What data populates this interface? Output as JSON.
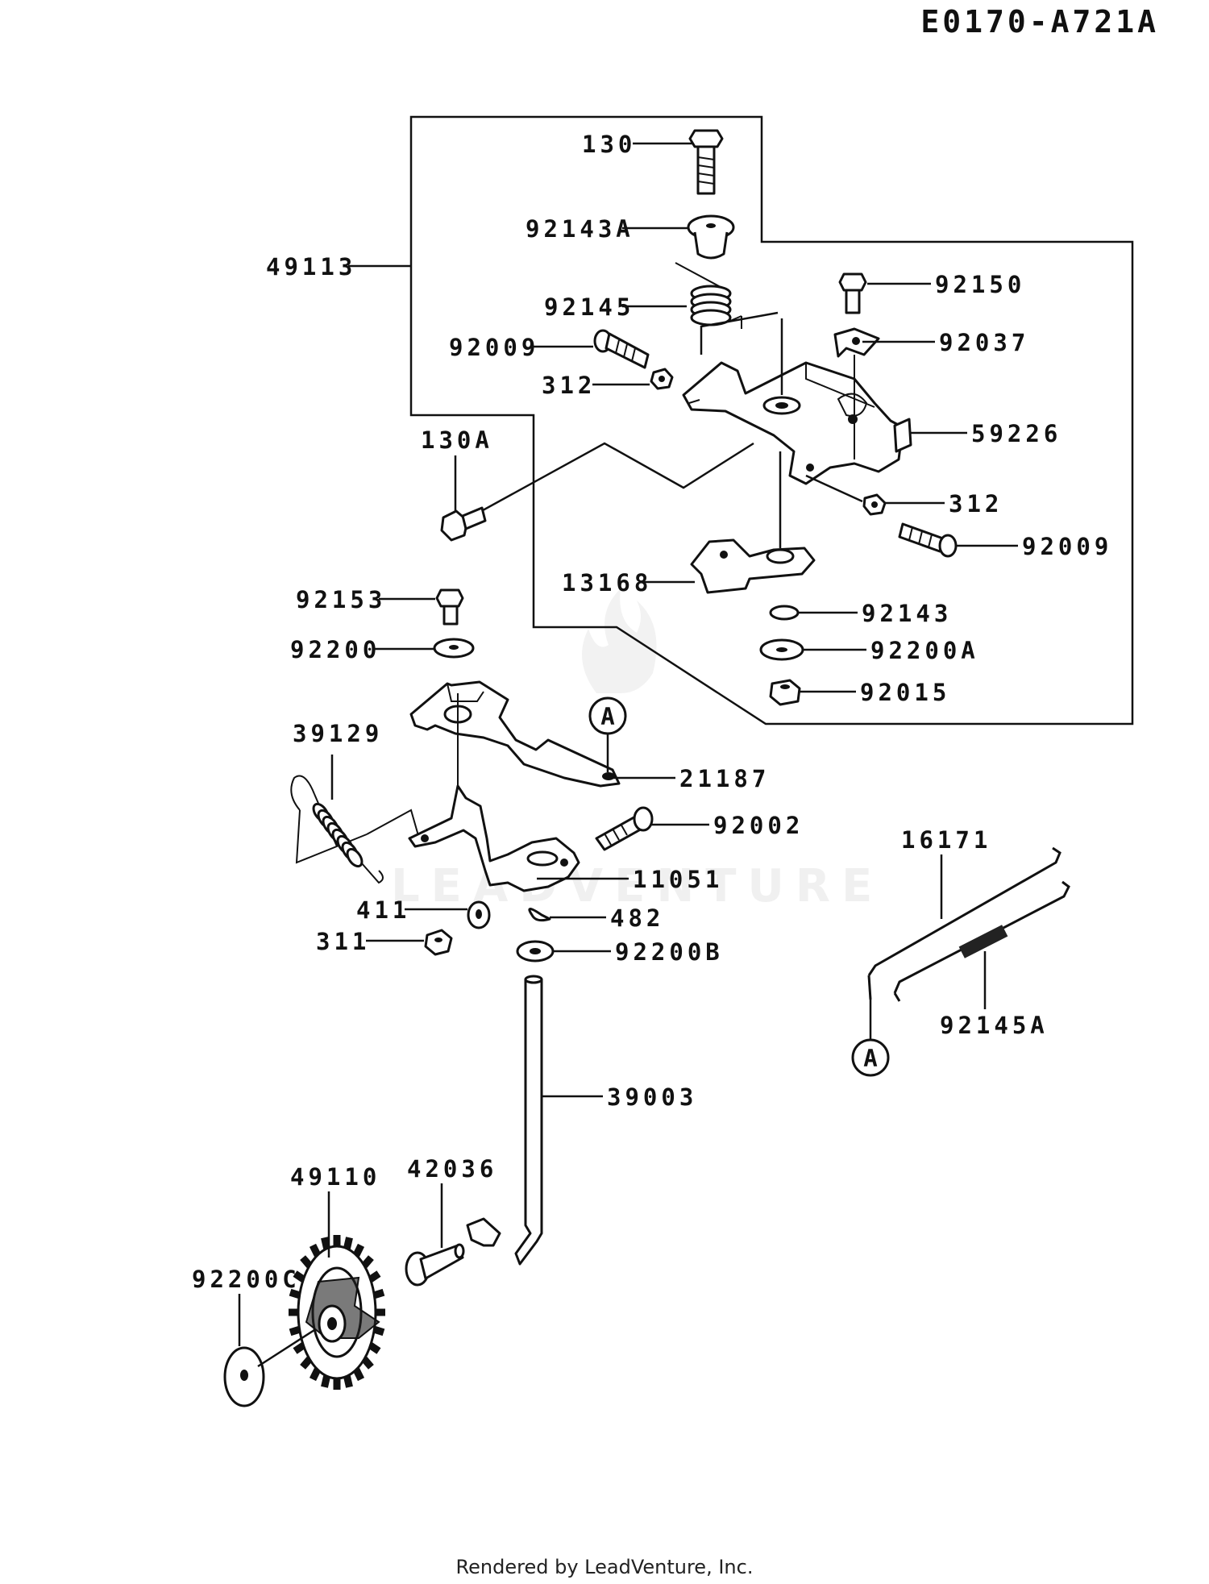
{
  "diagram_code": "E0170-A721A",
  "footer": "Rendered by LeadVenture, Inc.",
  "watermark": "LEADVENTURE",
  "callout_letter": "A",
  "parts": {
    "p130": "130",
    "p92143A": "92143A",
    "p49113": "49113",
    "p92150": "92150",
    "p92145": "92145",
    "p92037": "92037",
    "p92009a": "92009",
    "p312a": "312",
    "p59226": "59226",
    "p130A": "130A",
    "p312b": "312",
    "p92009b": "92009",
    "p13168": "13168",
    "p92153": "92153",
    "p92143": "92143",
    "p92200": "92200",
    "p92200A": "92200A",
    "p92015": "92015",
    "p39129": "39129",
    "p21187": "21187",
    "p92002": "92002",
    "p16171": "16171",
    "p11051": "11051",
    "p411": "411",
    "p482": "482",
    "p311": "311",
    "p92200B": "92200B",
    "p92145A": "92145A",
    "p39003": "39003",
    "p49110": "49110",
    "p42036": "42036",
    "p92200C": "92200C"
  }
}
